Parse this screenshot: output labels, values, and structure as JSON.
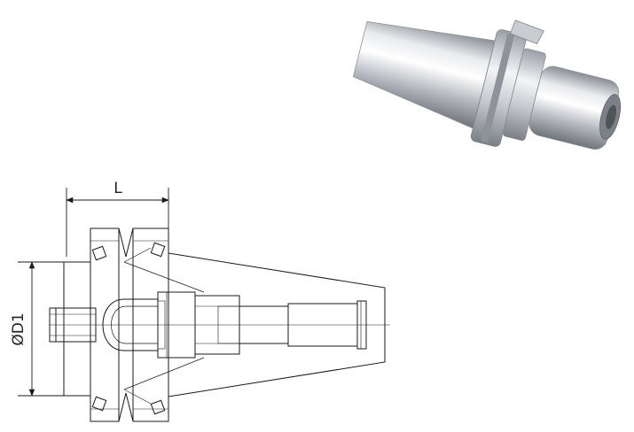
{
  "drawing": {
    "dim_length_label": "L",
    "dim_diameter_label": "ØD1"
  },
  "photo": {
    "subject": "tool-holder-photo"
  },
  "colors": {
    "line": "#1a1a1a",
    "photo_light": "#f2f3f5",
    "photo_mid": "#b8bcc2",
    "photo_dark": "#6d7278"
  }
}
